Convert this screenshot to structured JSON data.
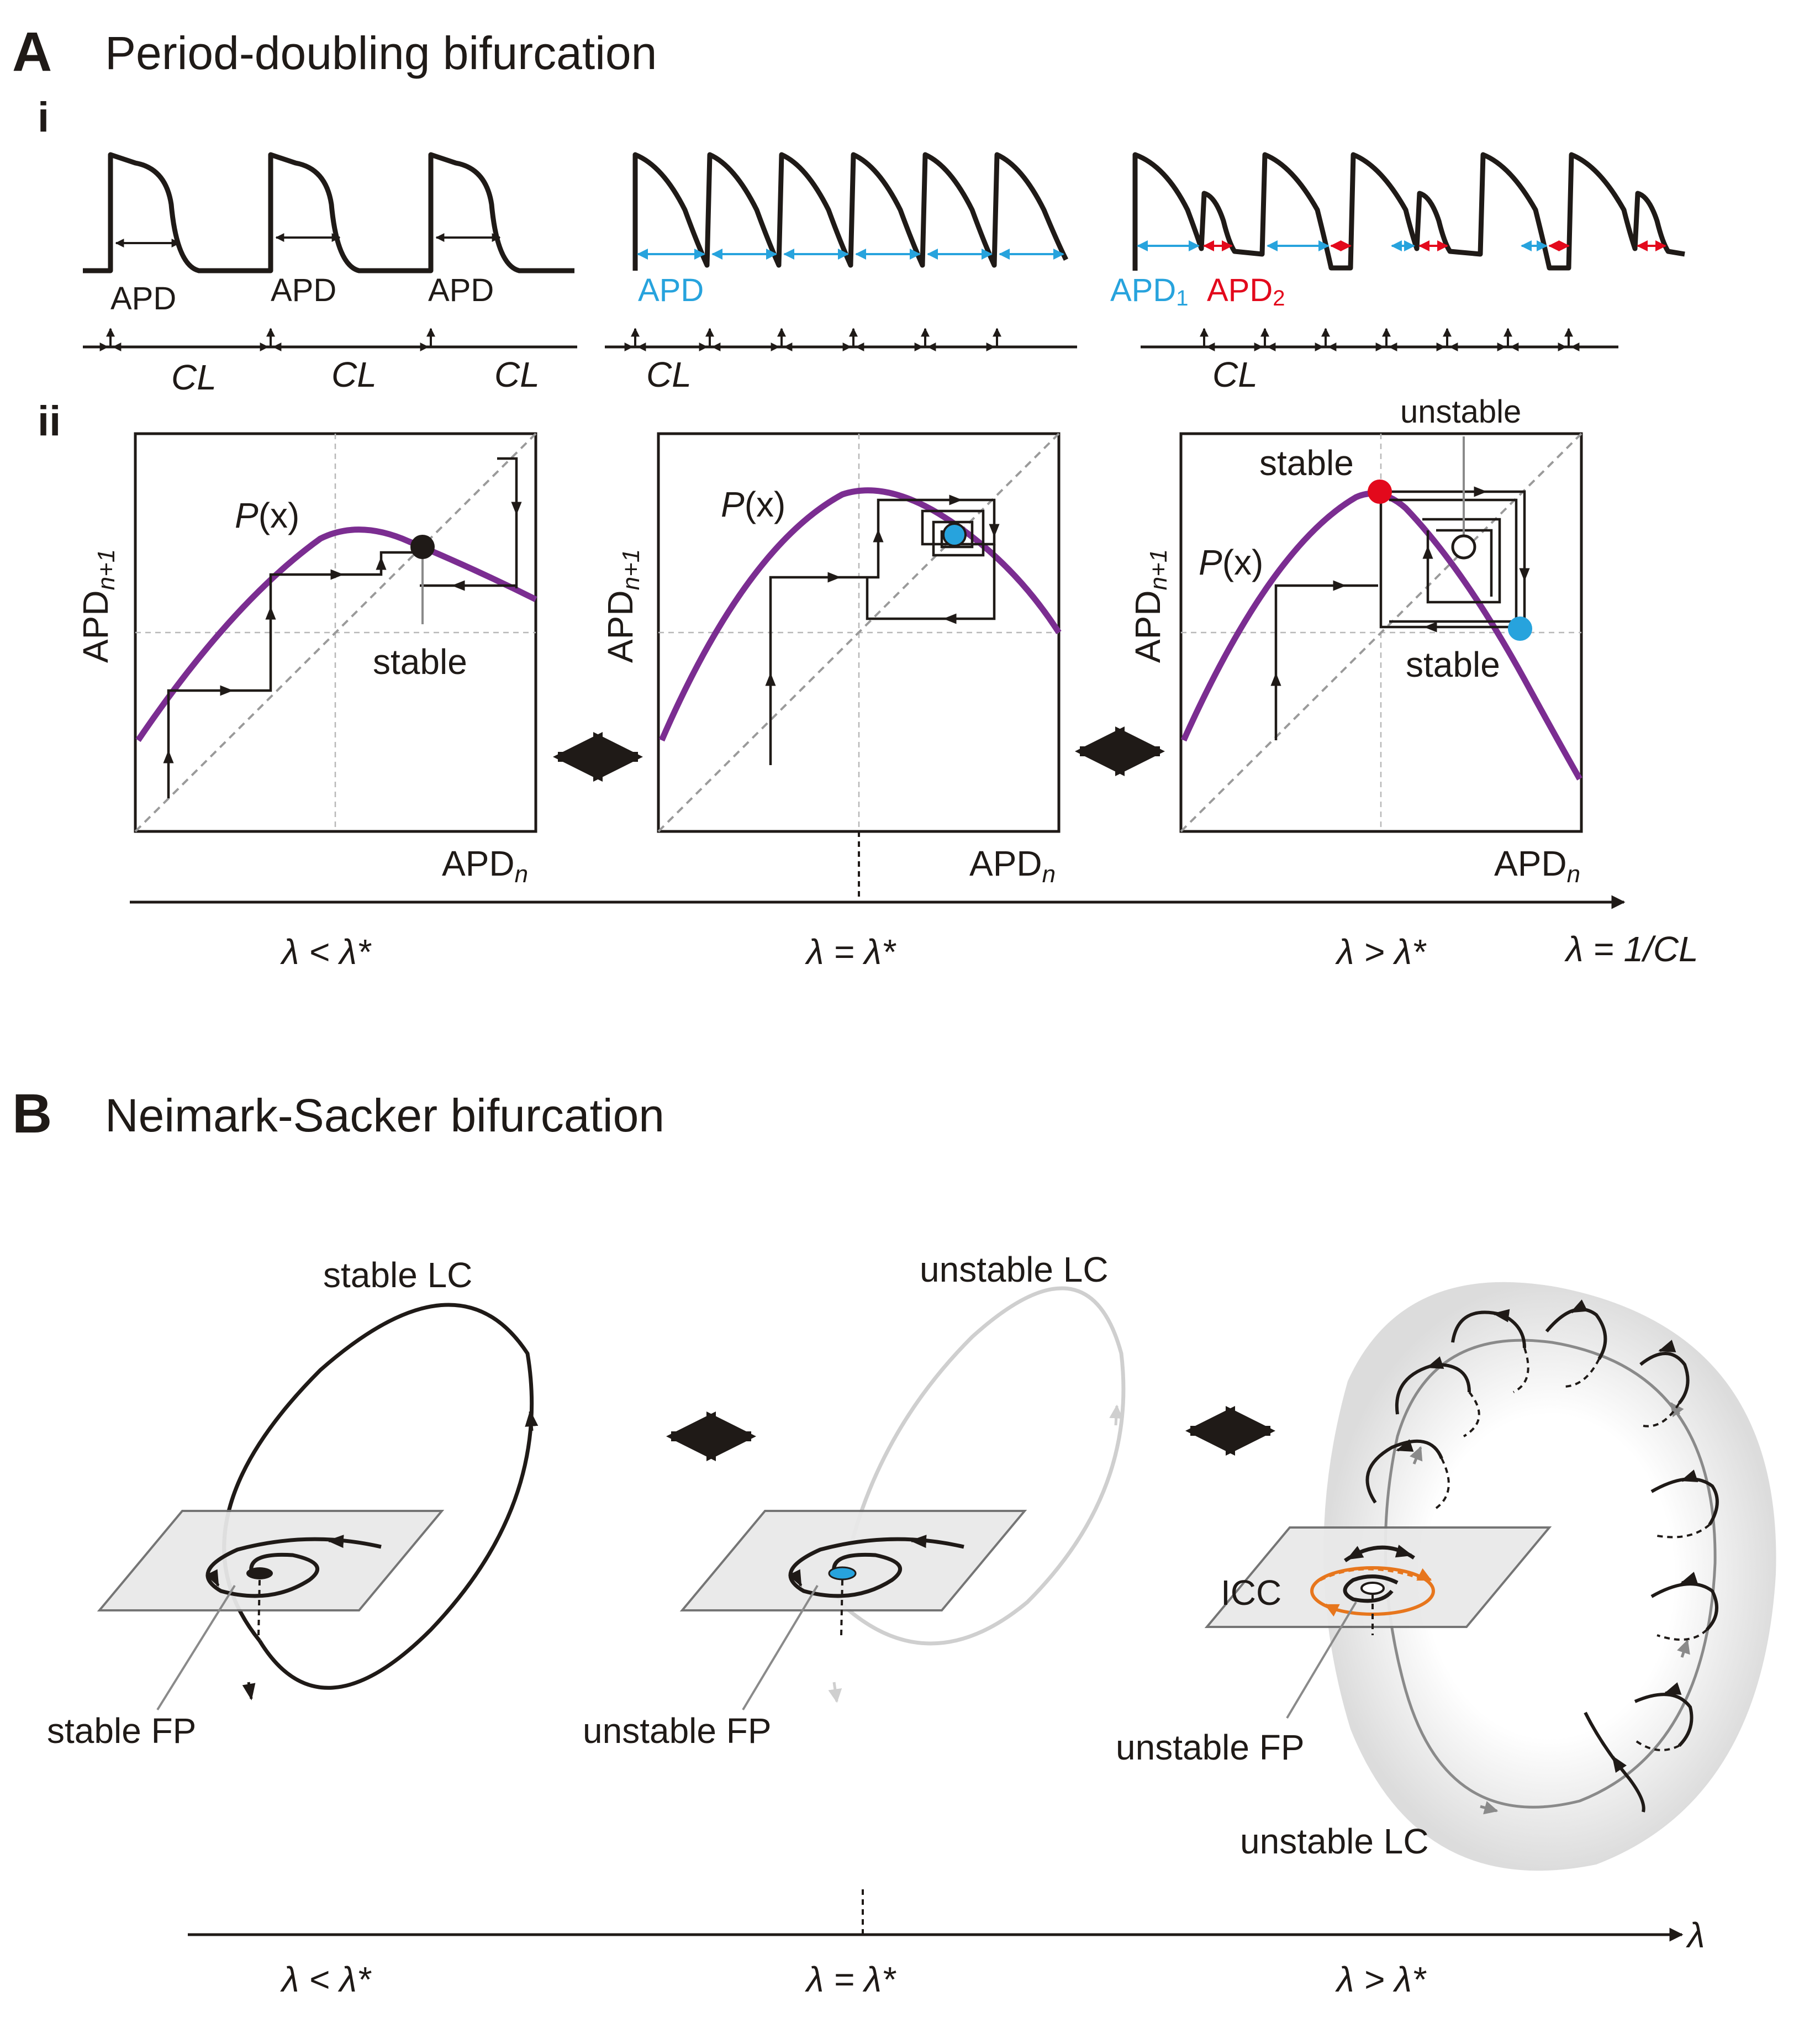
{
  "colors": {
    "ink": "#1f1a17",
    "map_curve": "#7b2d91",
    "apd_blue": "#27a3dd",
    "apd_red": "#e3091c",
    "icc_orange": "#e7761d",
    "lc_unstable_light": "#cfcfcf",
    "torus": "#e6e6e6"
  },
  "panelA": {
    "letter": "A",
    "title": "Period-doubling bifurcation",
    "sub_i": "i",
    "sub_ii": "ii",
    "traces": {
      "apd_label": "APD",
      "apd1_label": "APD",
      "apd1_sub": "1",
      "apd2_label": "APD",
      "apd2_sub": "2",
      "cl_label": "CL"
    },
    "maps": {
      "map_label_p": "P",
      "map_label_x": "(x)",
      "y_axis_main": "APD",
      "y_axis_sub": "n+1",
      "x_axis_main": "APD",
      "x_axis_sub": "n",
      "stable": "stable",
      "unstable": "unstable"
    },
    "axis": {
      "left": "λ < λ*",
      "mid": "λ = λ*",
      "right": "λ > λ*",
      "end_lambda": "λ = 1/",
      "end_cl": "CL"
    }
  },
  "panelB": {
    "letter": "B",
    "title": "Neimark-Sacker bifurcation",
    "stable_lc": "stable LC",
    "unstable_lc_top": "unstable LC",
    "stable_fp": "stable FP",
    "unstable_fp_mid": "unstable FP",
    "icc": "ICC",
    "unstable_fp_right": "unstable FP",
    "unstable_lc_bottom": "unstable LC",
    "axis": {
      "left": "λ < λ*",
      "mid": "λ = λ*",
      "right": "λ > λ*",
      "end": "λ"
    }
  }
}
